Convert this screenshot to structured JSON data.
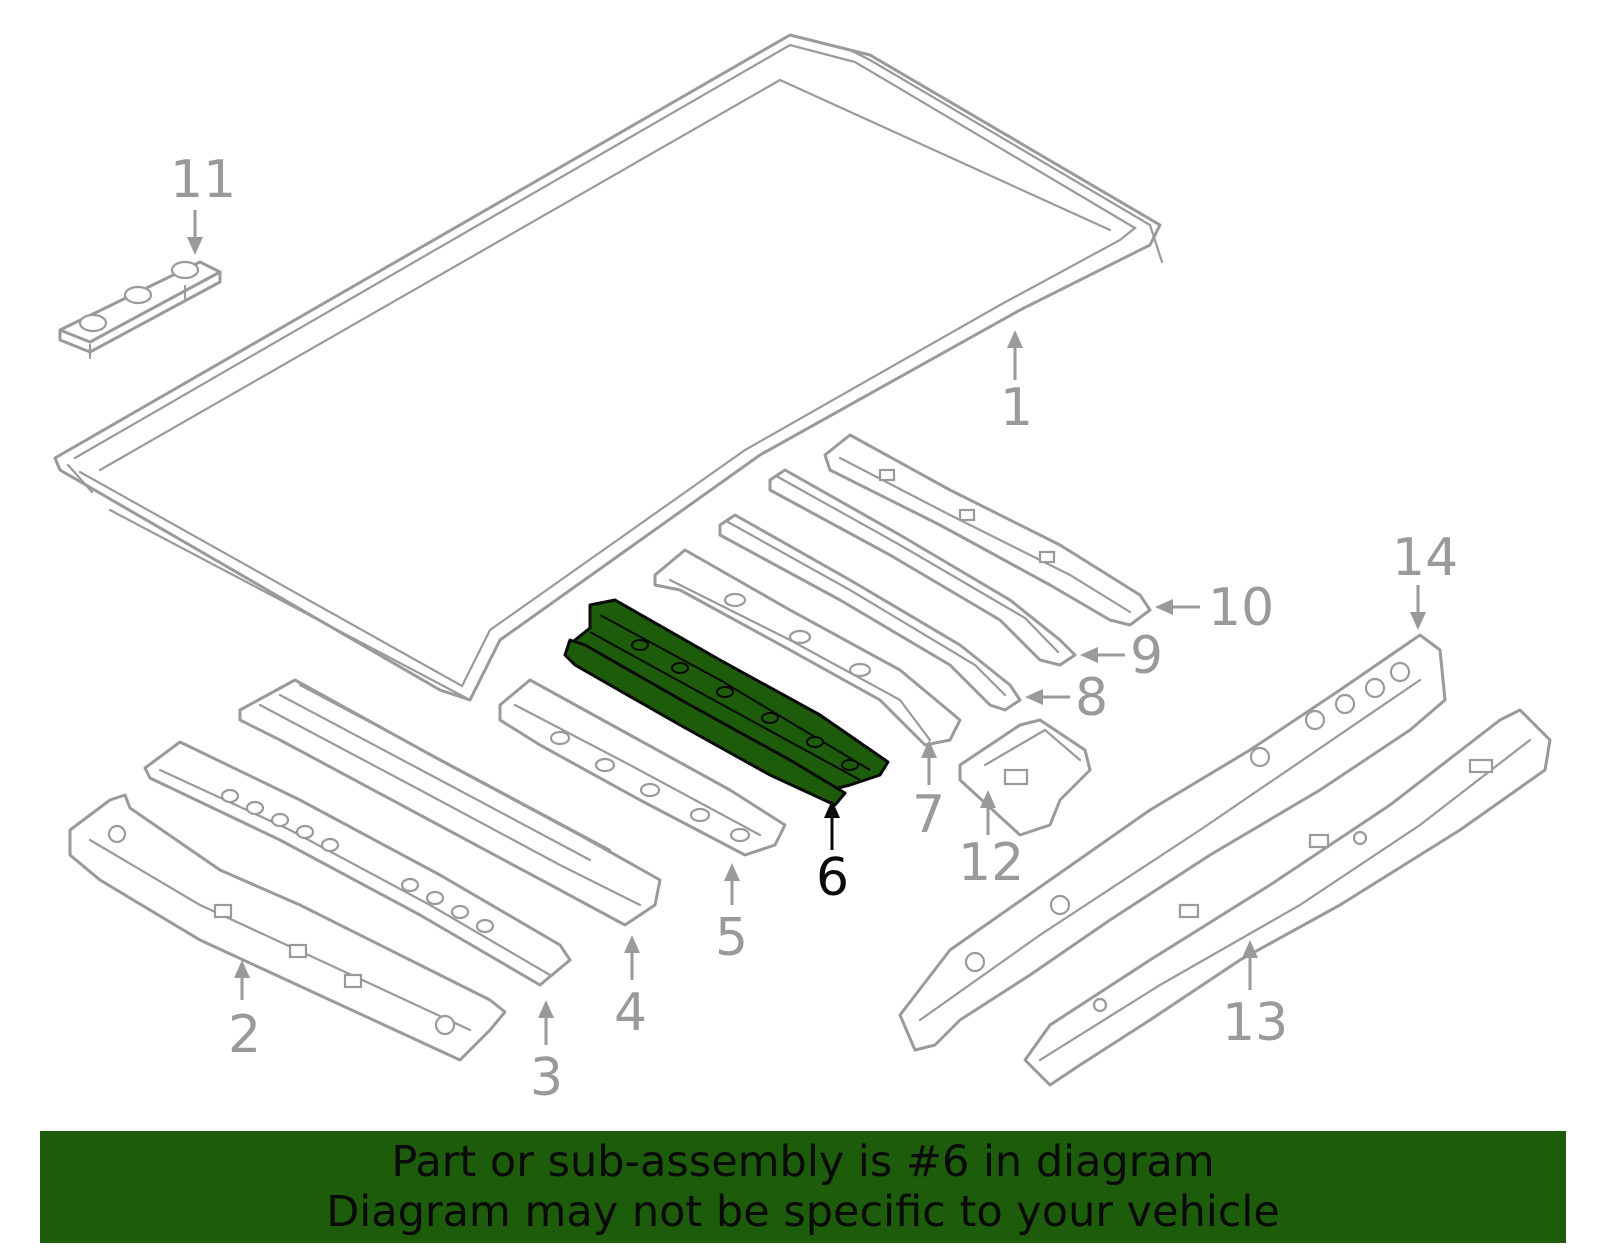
{
  "diagram": {
    "callouts": {
      "c1": "1",
      "c2": "2",
      "c3": "3",
      "c4": "4",
      "c5": "5",
      "c6": "6",
      "c7": "7",
      "c8": "8",
      "c9": "9",
      "c10": "10",
      "c11": "11",
      "c12": "12",
      "c13": "13",
      "c14": "14"
    },
    "highlighted_part": "6",
    "colors": {
      "highlight": "#1d5c0a",
      "lines": "#9a9a9a",
      "banner": "#1d5c0a",
      "active_text": "#0a0a0a"
    }
  },
  "banner": {
    "line1": "Part or sub-assembly is #6 in diagram",
    "line2": "Diagram may not be specific to your vehicle"
  }
}
